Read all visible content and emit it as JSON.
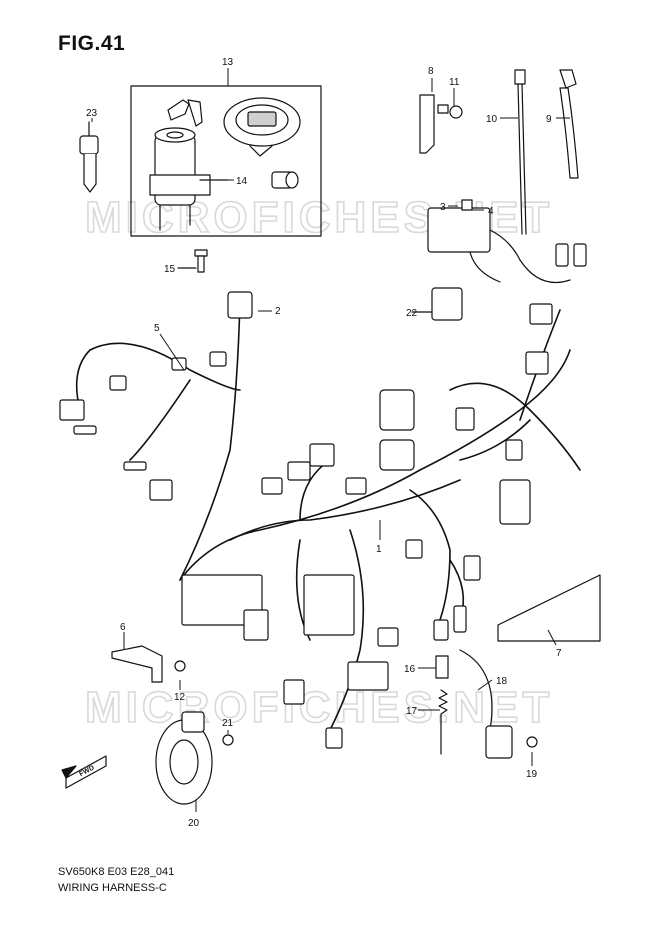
{
  "figure": {
    "title": "FIG.41"
  },
  "footer": {
    "code": "SV650K8 E03 E28_041",
    "name": "WIRING HARNESS-C"
  },
  "watermark": {
    "text": "MICROFICHES.NET",
    "color": "#d9d9d9"
  },
  "colors": {
    "line": "#111111",
    "fill": "#ffffff",
    "shade": "#cfcfcf"
  },
  "direction_arrow": {
    "label": "FWD"
  },
  "callouts": [
    "1",
    "2",
    "3",
    "4",
    "5",
    "6",
    "7",
    "8",
    "9",
    "10",
    "11",
    "12",
    "13",
    "14",
    "15",
    "16",
    "17",
    "18",
    "19",
    "20",
    "21",
    "22",
    "23"
  ]
}
